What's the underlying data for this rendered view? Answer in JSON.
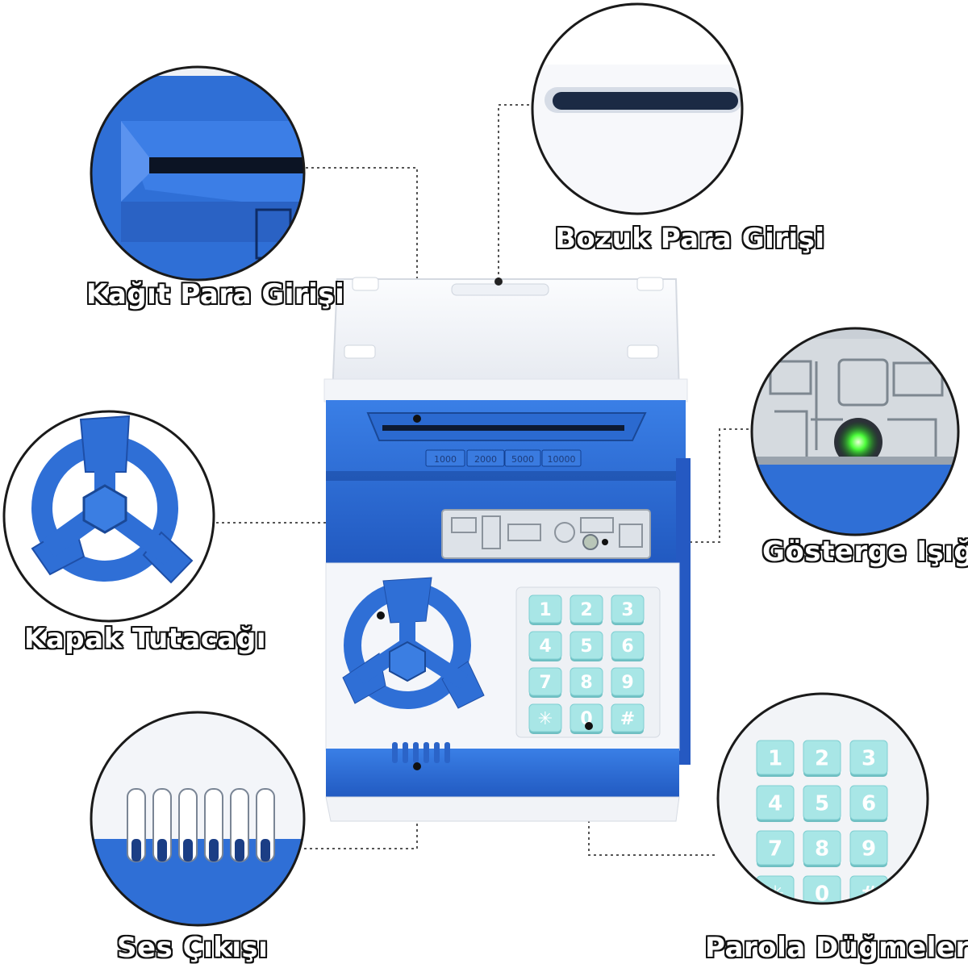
{
  "labels": {
    "bill_slot": "Kağıt Para Girişi",
    "coin_slot": "Bozuk Para Girişi",
    "indicator": "Gösterge Işığı",
    "handle": "Kapak Tutacağı",
    "speaker": "Ses Çıkışı",
    "keypad": "Parola Düğmeleri"
  },
  "denominations": [
    "1000",
    "2000",
    "5000",
    "10000"
  ],
  "keypad_keys": [
    "1",
    "2",
    "3",
    "4",
    "5",
    "6",
    "7",
    "8",
    "9",
    "✳",
    "0",
    "#"
  ],
  "colors": {
    "blue": "#2f6fd6",
    "blue_dark": "#1e4fa8",
    "white_body": "#f4f6fa",
    "key": "#8fd9dc",
    "key_face": "#a8e6e6"
  }
}
